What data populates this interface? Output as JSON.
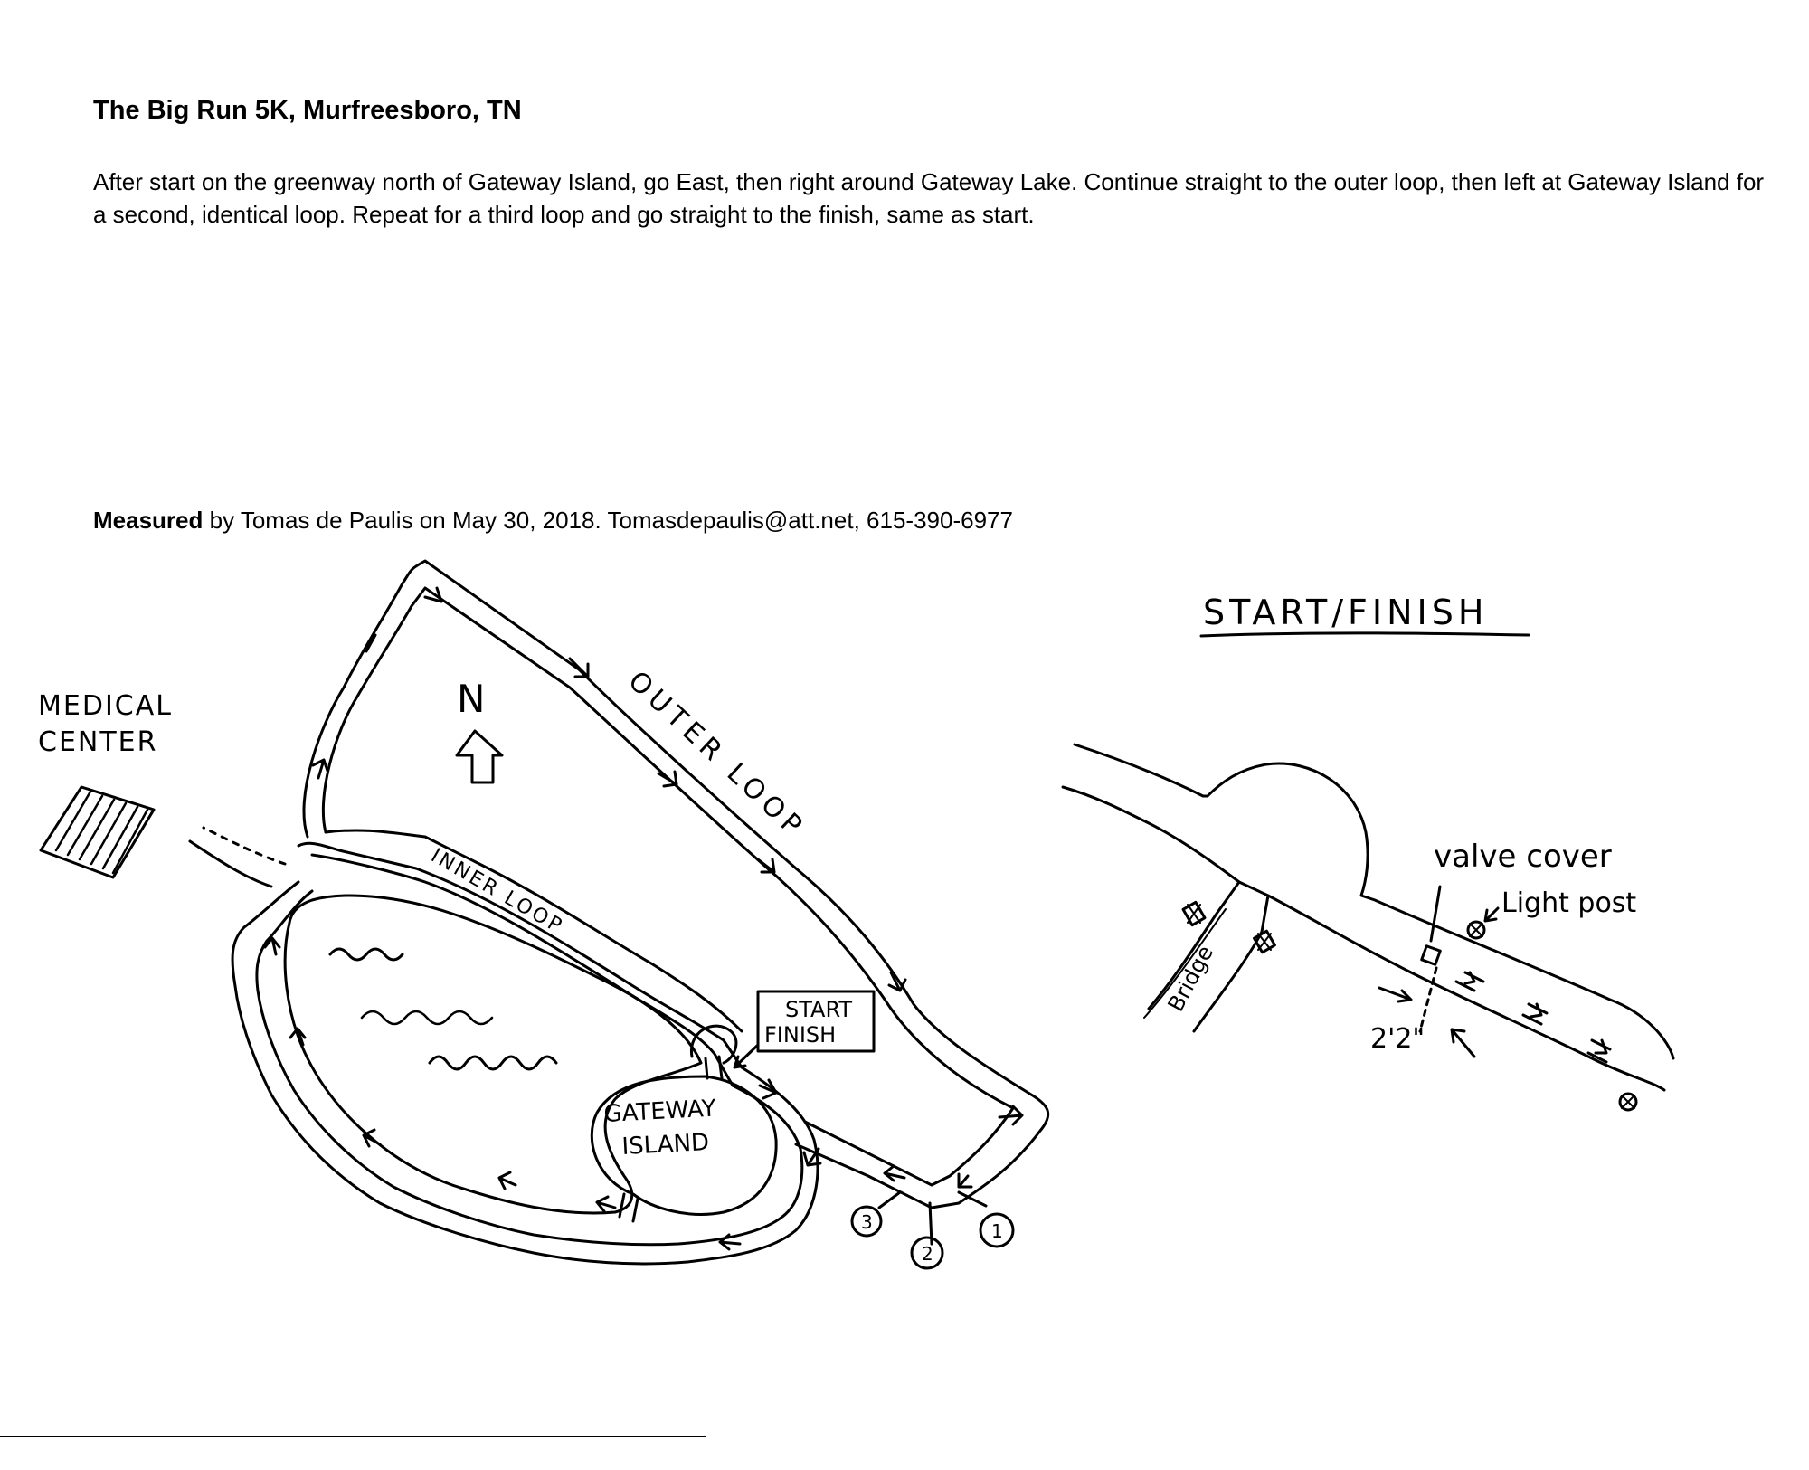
{
  "header": {
    "title": "The Big Run 5K, Murfreesboro, TN",
    "description": "After start on the greenway north of Gateway Island, go East, then right around Gateway Lake. Continue straight to the outer loop, then left at Gateway Island for a second, identical loop. Repeat for a third loop and go straight to the finish, same as start."
  },
  "measured": {
    "label": "Measured",
    "text": " by Tomas de Paulis on May 30, 2018. Tomasdepaulis@att.net, 615-390-6977"
  },
  "course_map": {
    "north_label": "N",
    "medical_center_line1": "MEDICAL",
    "medical_center_line2": "CENTER",
    "outer_loop": "OUTER LOOP",
    "inner_loop": "INNER LOOP",
    "start_line1": "START",
    "start_line2": "FINISH",
    "island_line1": "GATEWAY",
    "island_line2": "ISLAND",
    "markers": [
      "1",
      "2",
      "3"
    ]
  },
  "detail_map": {
    "title": "START/FINISH",
    "valve_cover": "valve cover",
    "light_post": "Light post",
    "bridge": "Bridge",
    "measurement": "2'2\""
  }
}
